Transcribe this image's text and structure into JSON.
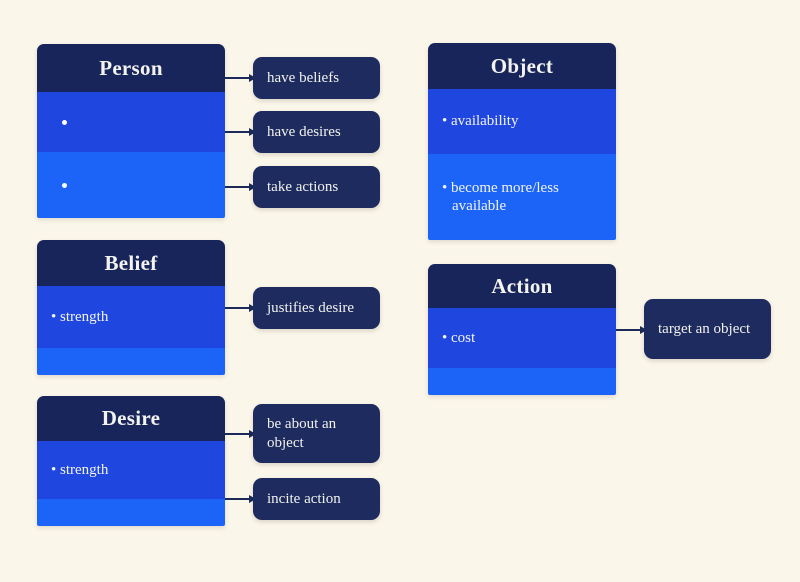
{
  "canvas": {
    "background_color": "#fbf6ea",
    "header_color": "#17255a",
    "row_mid_color": "#1f47df",
    "row_light_color": "#1c63f7",
    "pill_color": "#1d2b5e",
    "connector_color": "#1b2a59"
  },
  "entities": {
    "person": {
      "title": "Person",
      "rows": [
        {
          "text": "",
          "bullet": true
        },
        {
          "text": "",
          "bullet": true
        }
      ]
    },
    "belief": {
      "title": "Belief",
      "rows": [
        {
          "text": "• strength",
          "bullet": false
        },
        {
          "text": "",
          "bullet": false
        }
      ]
    },
    "desire": {
      "title": "Desire",
      "rows": [
        {
          "text": "• strength",
          "bullet": false
        },
        {
          "text": "",
          "bullet": false
        }
      ]
    },
    "object": {
      "title": "Object",
      "rows": [
        {
          "text": "• availability",
          "bullet": false
        },
        {
          "text": "• become more/less available",
          "bullet": false
        }
      ]
    },
    "action": {
      "title": "Action",
      "rows": [
        {
          "text": "• cost",
          "bullet": false
        },
        {
          "text": "",
          "bullet": false
        }
      ]
    }
  },
  "predicates": {
    "have_beliefs": "have beliefs",
    "have_desires": "have desires",
    "take_actions": "take actions",
    "justifies_desire": "justifies desire",
    "be_about_an_object": "be about an object",
    "incite_action": "incite action",
    "target_an_object": "target an object"
  }
}
